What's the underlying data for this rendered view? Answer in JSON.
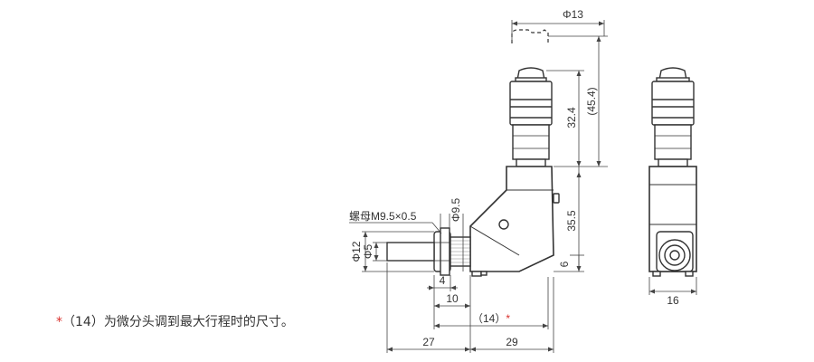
{
  "dimensions": {
    "dia_top": "Φ13",
    "overall_height": "(45.4)",
    "micrometer_height": "32.4",
    "body_height": "35.5",
    "offset": "6",
    "width_side": "16",
    "dia_outer": "Φ12",
    "dia_inner": "Φ5",
    "dia_nut": "Φ9.5",
    "nut_label": "螺母M9.5×0.5",
    "nut_width": "4",
    "stub_len": "10",
    "stroke_dim": "（14）",
    "stroke_star": "*",
    "left_len": "27",
    "right_len": "29"
  },
  "footnote": {
    "star": "*",
    "text": "（14）为微分头调到最大行程时的尺寸。"
  }
}
